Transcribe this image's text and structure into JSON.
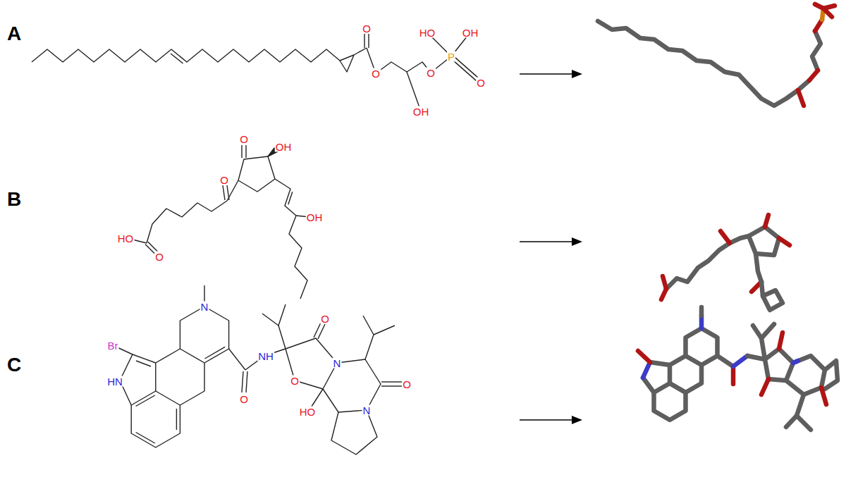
{
  "diagram": {
    "labels": [
      "A",
      "B",
      "C",
      "O",
      "O",
      "HO",
      "P",
      "OH",
      "O",
      "O",
      "OH",
      "O",
      "OH",
      "O",
      "OH",
      "HO",
      "O",
      "Br",
      "HN",
      "N",
      "NH",
      "O",
      "O",
      "O",
      "N",
      "HO",
      "O",
      "N"
    ]
  }
}
